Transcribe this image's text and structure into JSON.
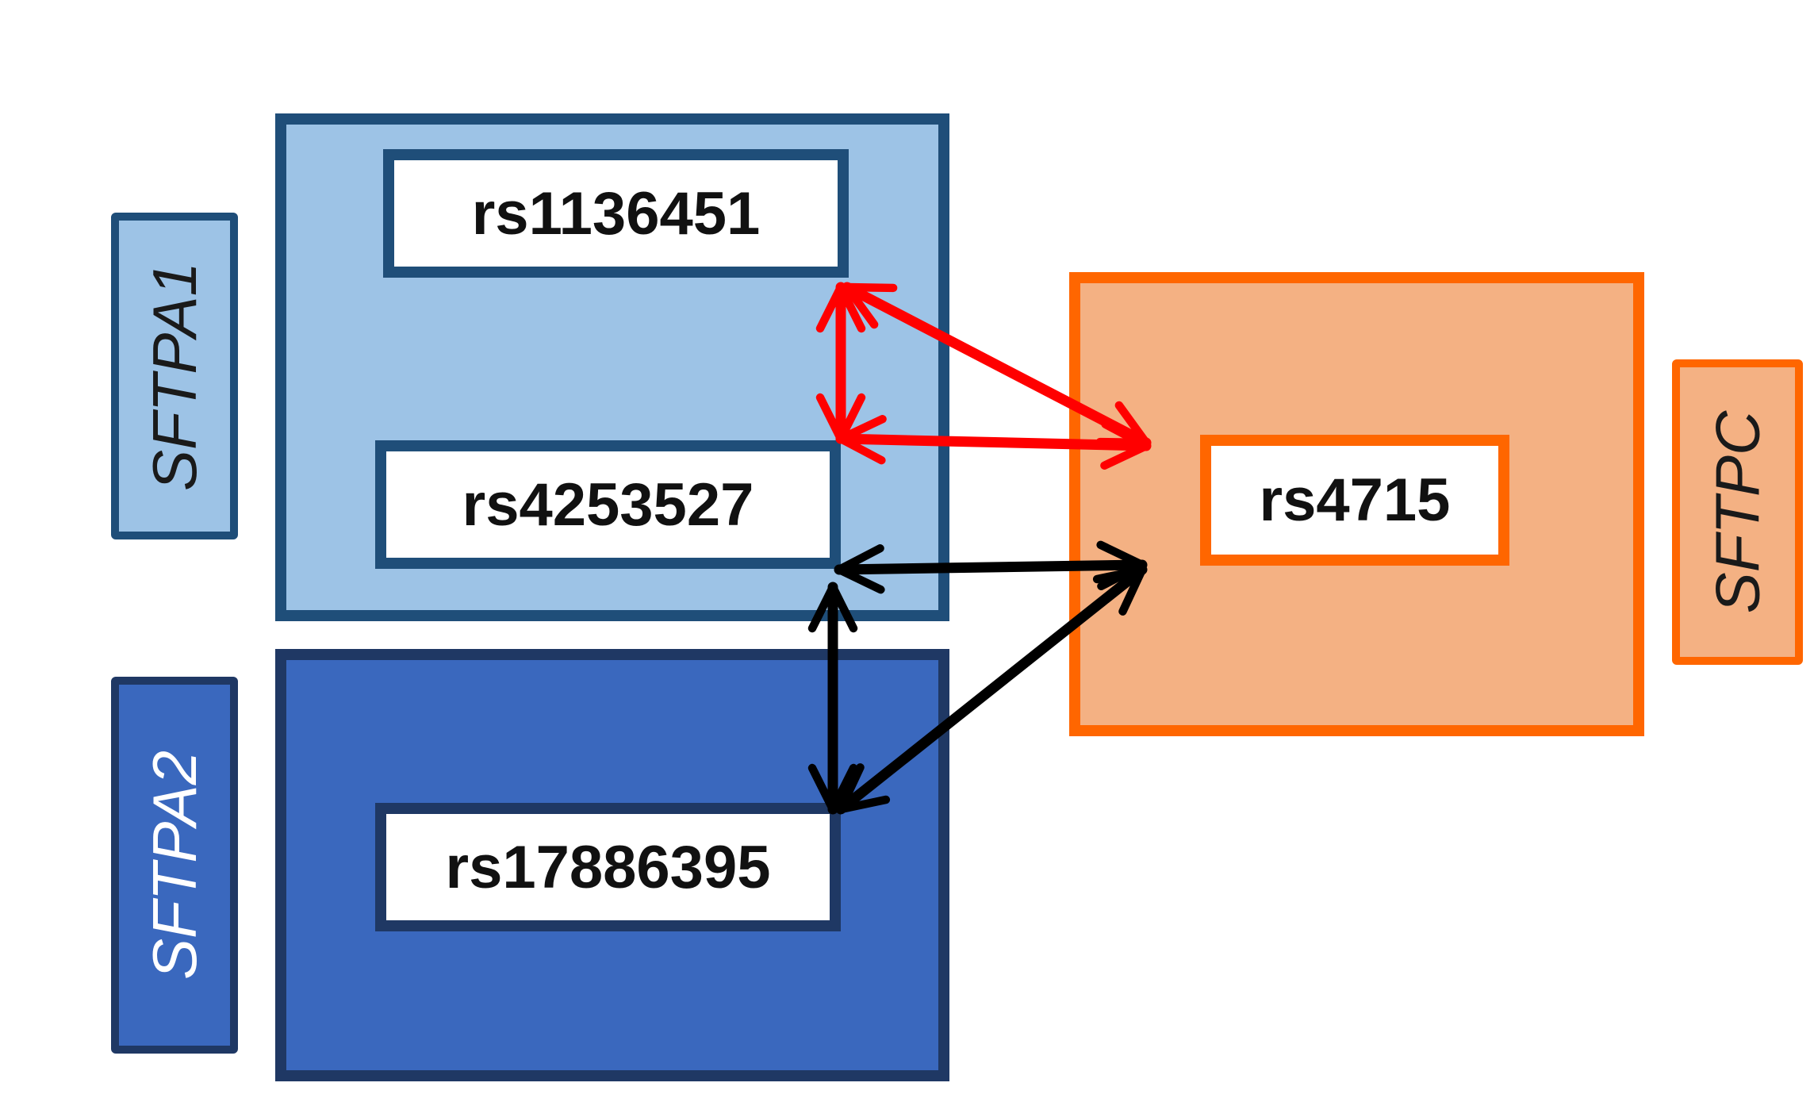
{
  "genes": {
    "sftpa1": {
      "label": "SFTPA1",
      "fill": "#9dc3e6",
      "border": "#1f4e79",
      "text_color": "#1a1a1a"
    },
    "sftpa2": {
      "label": "SFTPA2",
      "fill": "#3a68be",
      "border": "#1f3864",
      "text_color": "#ffffff"
    },
    "sftpc": {
      "label": "SFTPC",
      "fill": "#f4b183",
      "border": "#ff6600",
      "text_color": "#1a1a1a"
    }
  },
  "snps": {
    "rs1136451": {
      "label": "rs1136451",
      "gene": "SFTPA1"
    },
    "rs4253527": {
      "label": "rs4253527",
      "gene": "SFTPA1"
    },
    "rs17886395": {
      "label": "rs17886395",
      "gene": "SFTPA2"
    },
    "rs4715": {
      "label": "rs4715",
      "gene": "SFTPC"
    }
  },
  "interactions": [
    {
      "from": "rs1136451",
      "to": "rs4253527",
      "color": "#ff0000"
    },
    {
      "from": "rs1136451",
      "to": "rs4715",
      "color": "#ff0000"
    },
    {
      "from": "rs4253527",
      "to": "rs4715",
      "color": "#ff0000"
    },
    {
      "from": "rs4253527",
      "to": "rs4715",
      "color": "#000000"
    },
    {
      "from": "rs4253527",
      "to": "rs17886395",
      "color": "#000000"
    },
    {
      "from": "rs17886395",
      "to": "rs4715",
      "color": "#000000"
    }
  ]
}
